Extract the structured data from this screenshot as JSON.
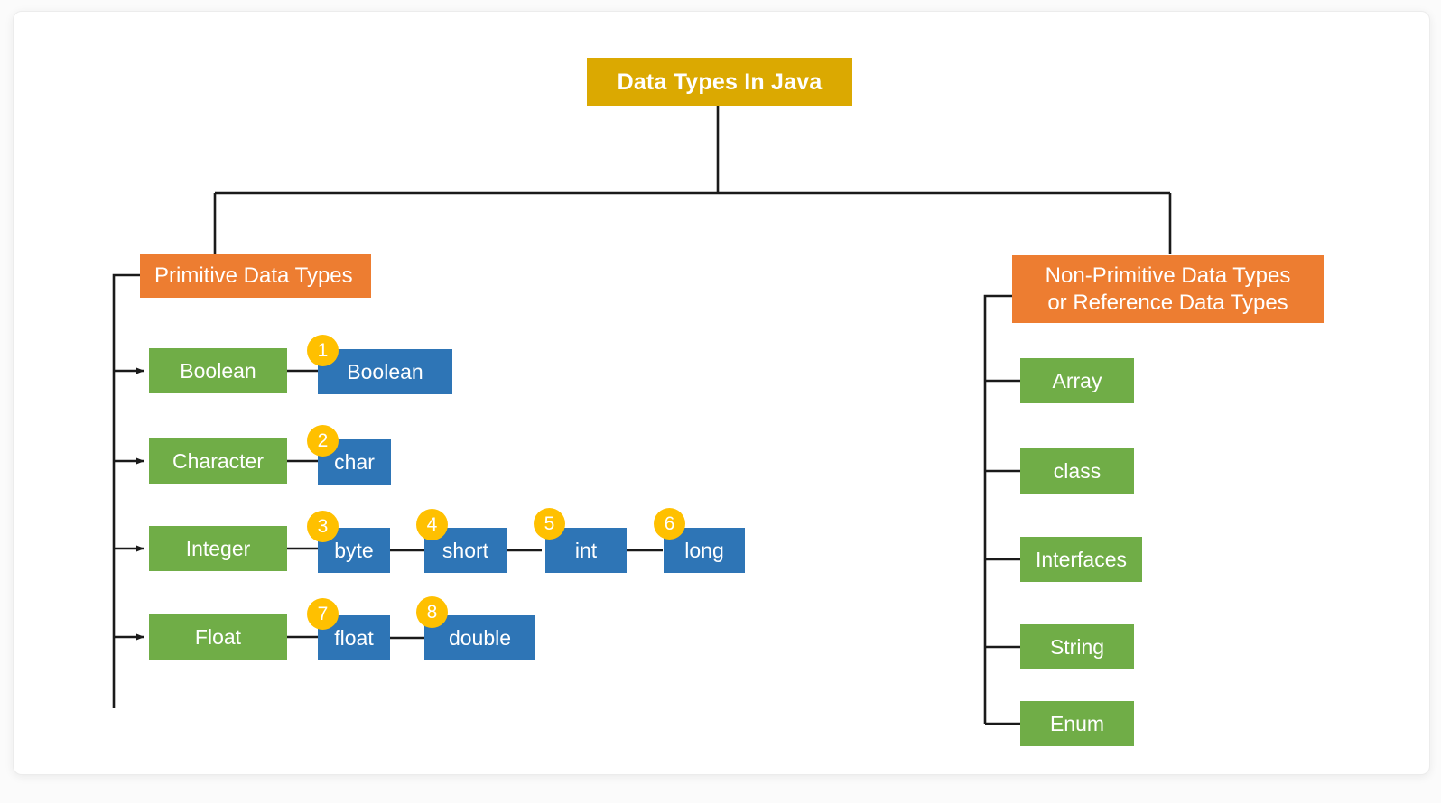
{
  "diagram": {
    "title": "Data Types In Java",
    "colors": {
      "title_box": "#DBA901",
      "category_box": "#ED7D31",
      "group_box": "#70AD47",
      "type_box": "#2E75B6",
      "badge": "#FFC000",
      "connector": "#1a1a1a",
      "canvas": "#ffffff"
    },
    "categories": {
      "primitive": {
        "label": "Primitive Data Types",
        "groups": [
          {
            "label": "Boolean",
            "types": [
              {
                "name": "Boolean",
                "index": "1"
              }
            ]
          },
          {
            "label": "Character",
            "types": [
              {
                "name": "char",
                "index": "2"
              }
            ]
          },
          {
            "label": "Integer",
            "types": [
              {
                "name": "byte",
                "index": "3"
              },
              {
                "name": "short",
                "index": "4"
              },
              {
                "name": "int",
                "index": "5"
              },
              {
                "name": "long",
                "index": "6"
              }
            ]
          },
          {
            "label": "Float",
            "types": [
              {
                "name": "float",
                "index": "7"
              },
              {
                "name": "double",
                "index": "8"
              }
            ]
          }
        ]
      },
      "non_primitive": {
        "label_line1": "Non-Primitive Data Types",
        "label_line2": "or Reference Data Types",
        "items": [
          {
            "label": "Array"
          },
          {
            "label": "class"
          },
          {
            "label": "Interfaces"
          },
          {
            "label": "String"
          },
          {
            "label": "Enum"
          }
        ]
      }
    }
  }
}
